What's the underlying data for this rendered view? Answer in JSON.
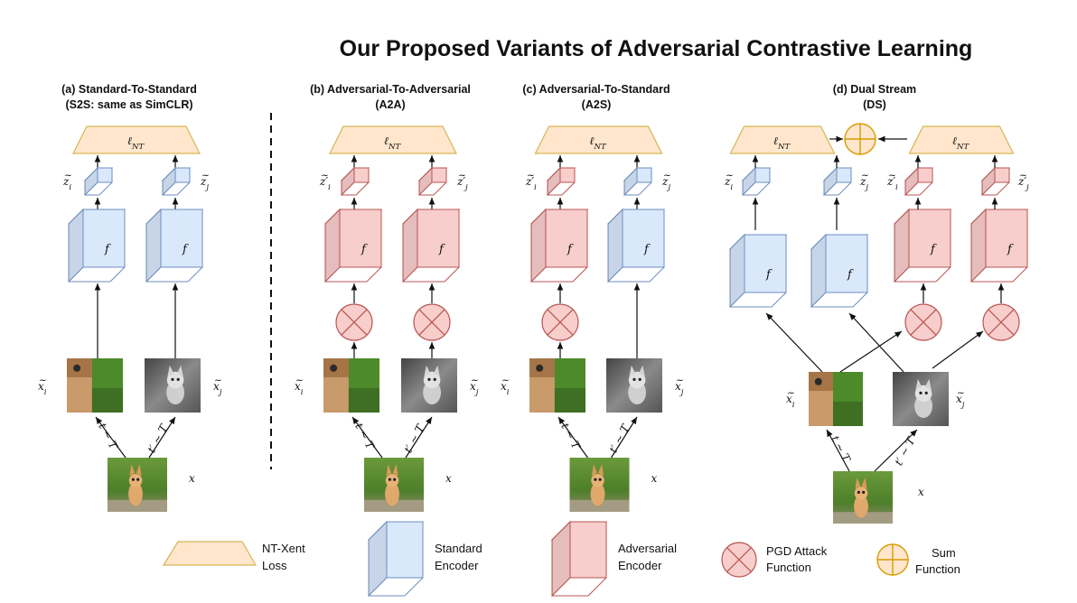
{
  "title": "Our Proposed Variants of Adversarial Contrastive Learning",
  "colors": {
    "standard_fill": "#dae8fc",
    "standard_stroke": "#6c8ebf",
    "adversarial_fill": "#f8cecc",
    "adversarial_stroke": "#b85450",
    "loss_fill": "#ffe6cc",
    "loss_stroke": "#d6b656",
    "sum_fill": "#ffe6cc",
    "sum_stroke": "#d79b00"
  },
  "panels": [
    {
      "id": "a",
      "title_line1": "(a) Standard-To-Standard",
      "title_line2": "(S2S: same as SimCLR)"
    },
    {
      "id": "b",
      "title_line1": "(b) Adversarial-To-Adversarial",
      "title_line2": "(A2A)"
    },
    {
      "id": "c",
      "title_line1": "(c) Adversarial-To-Standard",
      "title_line2": "(A2S)"
    },
    {
      "id": "d",
      "title_line1": "(d) Dual Stream",
      "title_line2": "(DS)"
    }
  ],
  "math": {
    "loss": "ℓNT",
    "encoder": "f",
    "z_i": "z̃i",
    "z_j": "z̃j",
    "z_i_adv": "z̃′i",
    "z_j_adv": "z̃′j",
    "x_i": "x̃i",
    "x_j": "x̃j",
    "x": "x",
    "t_label": "t ∼ T",
    "t_prime_label": "t′ ∼ T"
  },
  "legend": {
    "loss_line1": "NT-Xent",
    "loss_line2": "Loss",
    "standard_line1": "Standard",
    "standard_line2": "Encoder",
    "adversarial_line1": "Adversarial",
    "adversarial_line2": "Encoder",
    "pgd_line1": "PGD Attack",
    "pgd_line2": "Function",
    "sum_line1": "Sum",
    "sum_line2": "Function"
  },
  "icons": [
    "kitten-photo",
    "pgd-attack-icon",
    "sum-icon",
    "encoder-cube",
    "nt-xent-trapezoid"
  ]
}
